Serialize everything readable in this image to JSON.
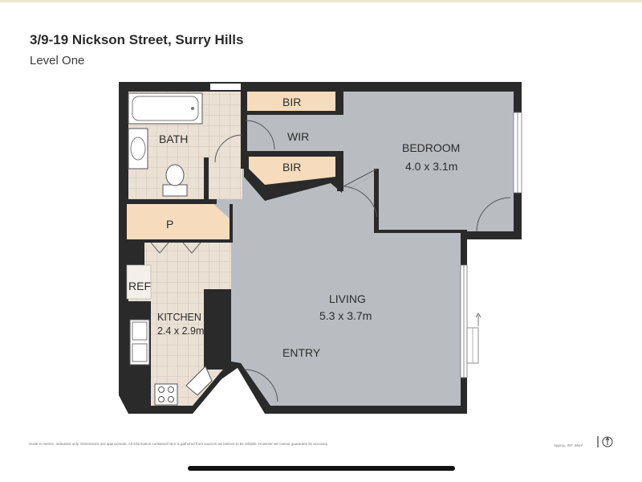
{
  "header": {
    "address": "3/9-19 Nickson Street, Surry Hills",
    "level": "Level One"
  },
  "rooms": {
    "bath": "BATH",
    "bir_top": "BIR",
    "wir": "WIR",
    "bir_bottom": "BIR",
    "bedroom": "BEDROOM",
    "bedroom_size": "4.0 x 3.1m",
    "pantry": "P",
    "ref": "REF",
    "kitchen": "KITCHEN",
    "kitchen_size": "2.4 x 2.9m",
    "living": "LIVING",
    "living_size": "5.3 x 3.7m",
    "entry": "ENTRY"
  },
  "footer": {
    "disclaimer": "Scale in metres. Indicative only. Dimensions are approximate. All information contained here is gathered from sources we believe to be reliable. However we cannot guarantee its accuracy.",
    "area": "Approx. INT. 56m²"
  },
  "colors": {
    "wall": "#2a2a2a",
    "living_floor": "#b9bdc2",
    "tile_floor": "#eae0d4",
    "storage_floor": "#f6dcbc",
    "fixture": "#ffffff"
  },
  "icons": [
    "north-arrow-icon",
    "bathtub-icon",
    "basin-icon",
    "toilet-icon",
    "sink-icon",
    "cooktop-icon"
  ]
}
